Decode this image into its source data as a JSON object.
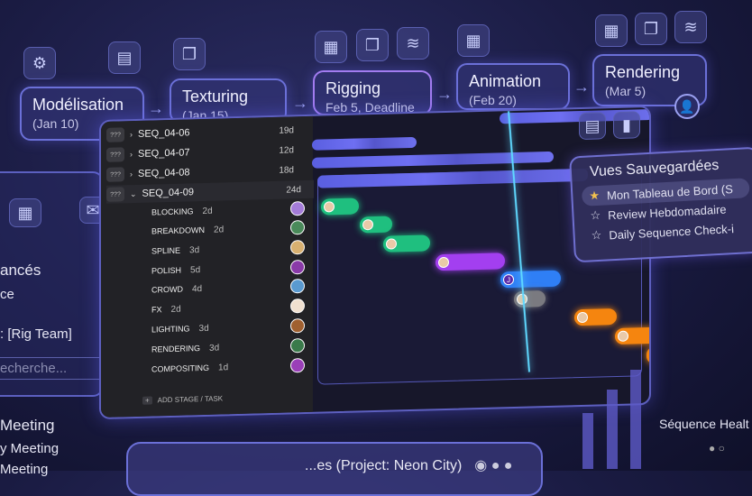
{
  "pipeline": [
    {
      "title": "Modélisation",
      "sub": "(Jan 10)"
    },
    {
      "title": "Texturing",
      "sub": "(Jan 15)"
    },
    {
      "title": "Rigging",
      "sub": "Feb 5, Deadline"
    },
    {
      "title": "Animation",
      "sub": "(Feb 20)"
    },
    {
      "title": "Rendering",
      "sub": "(Mar 5)"
    }
  ],
  "left_panel": {
    "heading": "ancés",
    "line1": "ce",
    "filter": ": [Rig Team]",
    "search_placeholder": "echerche..."
  },
  "meetings": [
    "Meeting",
    "y Meeting",
    "Meeting"
  ],
  "sequences": [
    {
      "badge": "???",
      "name": "SEQ_04-06",
      "duration": "19d",
      "expanded": false
    },
    {
      "badge": "???",
      "name": "SEQ_04-07",
      "duration": "12d",
      "expanded": false
    },
    {
      "badge": "???",
      "name": "SEQ_04-08",
      "duration": "18d",
      "expanded": false
    },
    {
      "badge": "???",
      "name": "SEQ_04-09",
      "duration": "24d",
      "expanded": true
    }
  ],
  "tasks": [
    {
      "name": "BLOCKING",
      "duration": "2d",
      "color": "#1fbf7f"
    },
    {
      "name": "BREAKDOWN",
      "duration": "2d",
      "color": "#1fbf7f"
    },
    {
      "name": "SPLINE",
      "duration": "3d",
      "color": "#1fbf7f"
    },
    {
      "name": "POLISH",
      "duration": "5d",
      "color": "#a33ff0"
    },
    {
      "name": "CROWD",
      "duration": "4d",
      "color": "#2f7ff5",
      "avatar_letter": "J"
    },
    {
      "name": "FX",
      "duration": "2d",
      "color": "#7a7a80"
    },
    {
      "name": "LIGHTING",
      "duration": "3d",
      "color": "#f5850f"
    },
    {
      "name": "RENDERING",
      "duration": "3d",
      "color": "#f5850f"
    },
    {
      "name": "COMPOSITING",
      "duration": "1d",
      "color": "#f5850f"
    }
  ],
  "add_task": "ADD STAGE / TASK",
  "saved_views": {
    "title": "Vues Sauvegardées",
    "items": [
      {
        "label": "Mon Tableau de Bord (S",
        "starred": true
      },
      {
        "label": "Review Hebdomadaire",
        "starred": false
      },
      {
        "label": "Daily Sequence Check-i",
        "starred": false
      }
    ]
  },
  "bottom_card": {
    "title": "...es (Project: Neon City)"
  },
  "health": {
    "label": "Séquence Healt"
  },
  "colors": {
    "accent": "#6b70d8",
    "today_line": "#5fd8ff",
    "star": "#f2c14e"
  }
}
